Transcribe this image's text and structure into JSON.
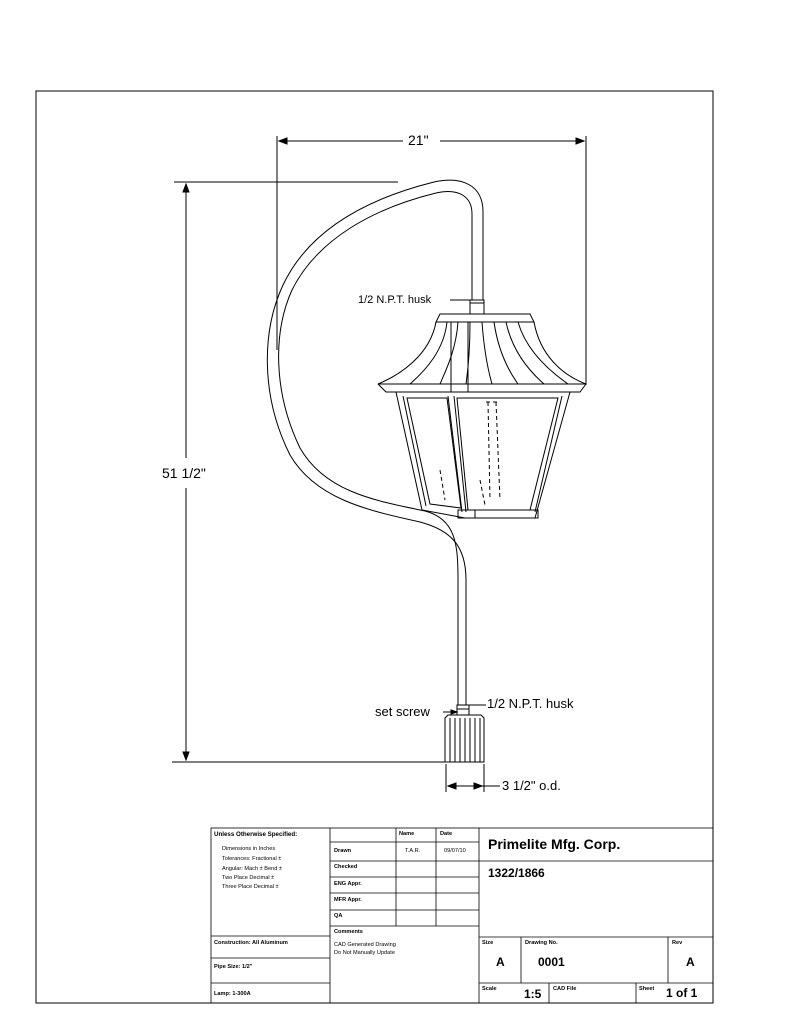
{
  "dimensions": {
    "width": "21\"",
    "height": "51 1/2\"",
    "top_husk": "1/2 N.P.T. husk",
    "bottom_husk": "1/2 N.P.T. husk",
    "set_screw": "set screw",
    "base_od": "3 1/2\" o.d."
  },
  "title_block": {
    "unless_specified": "Unless Otherwise Specified:",
    "spec_lines": [
      "Dimensions in Inches",
      "Tolerances: Fractional  ±",
      "Angular: Mach ±   Bend  ±",
      "Two Place Decimal        ±",
      "Three Place Decimal      ±"
    ],
    "construction": "Construction: All Aluminum",
    "pipe_size": "Pipe Size: 1/2\"",
    "lamp": "Lamp: 1-300A",
    "col_name": "Name",
    "col_date": "Date",
    "rows": [
      {
        "label": "Drawn",
        "name": "T.A.R.",
        "date": "09/07/10"
      },
      {
        "label": "Checked",
        "name": "",
        "date": ""
      },
      {
        "label": "ENG Appr.",
        "name": "",
        "date": ""
      },
      {
        "label": "MFR Appr.",
        "name": "",
        "date": ""
      },
      {
        "label": "QA",
        "name": "",
        "date": ""
      }
    ],
    "comments_label": "Comments",
    "comments": [
      "CAD Generated Drawing",
      "Do Not Manually Update"
    ],
    "company": "Primelite Mfg. Corp.",
    "part_number": "1322/1866",
    "size_label": "Size",
    "size_value": "A",
    "drawing_no_label": "Drawing  No.",
    "drawing_no": "0001",
    "rev_label": "Rev",
    "rev_value": "A",
    "scale_label": "Scale",
    "scale_value": "1:5",
    "cad_file_label": "CAD File",
    "sheet_label": "Sheet",
    "sheet_value": "1 of 1"
  }
}
